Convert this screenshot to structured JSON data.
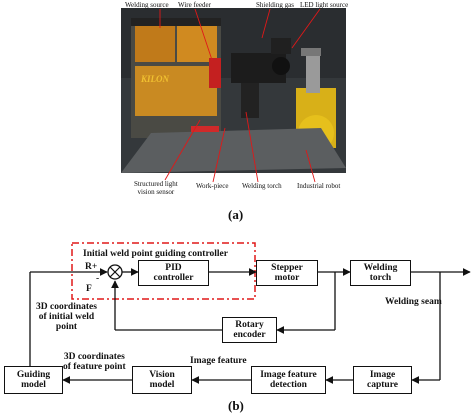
{
  "figure_a": {
    "labels": {
      "welding_source": "Welding source",
      "wire_feeder": "Wire feeder",
      "shielding_gas": "Shielding gas",
      "led_light_source": "LED light source",
      "structured_light_sensor": "Structured light\nvision sensor",
      "work_piece": "Work-piece",
      "welding_torch": "Welding torch",
      "industrial_robot": "Industrial robot",
      "brand_text": "KILON"
    },
    "caption": "(a)"
  },
  "figure_b": {
    "controller_title": "Initial weld point guiding controller",
    "r_plus": "R+",
    "f_label": "F",
    "minus_sign": "-",
    "pid": "PID\ncontroller",
    "stepper": "Stepper\nmotor",
    "welding_torch": "Welding\ntorch",
    "welding_seam": "Welding seam",
    "rotary_encoder": "Rotary\nencoder",
    "coords_initial": "3D coordinates\nof initial weld\npoint",
    "coords_feature": "3D coordinates\nof feature point",
    "image_feature": "Image feature",
    "guiding_model": "Guiding\nmodel",
    "vision_model": "Vision\nmodel",
    "image_feature_detection": "Image feature\ndetection",
    "image_capture": "Image\ncapture",
    "caption": "(b)"
  }
}
